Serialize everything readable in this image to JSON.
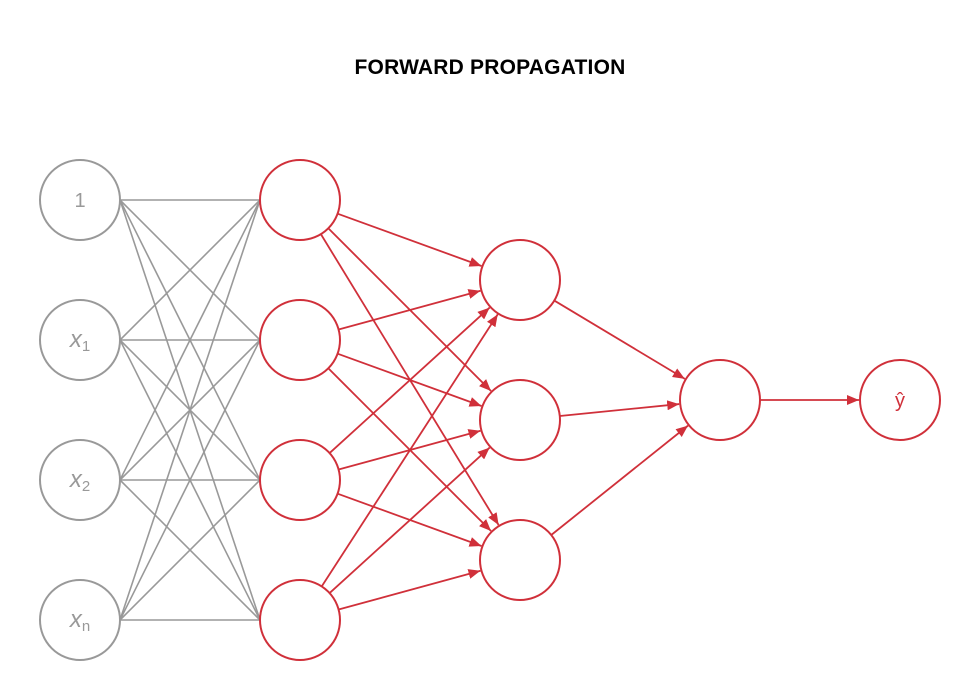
{
  "title": "FORWARD PROPAGATION",
  "colors": {
    "input": "#999999",
    "active": "#d0303a",
    "title": "#000000"
  },
  "layers": [
    {
      "id": "input",
      "nodes": [
        {
          "base": "1",
          "sub": ""
        },
        {
          "base": "x",
          "sub": "1"
        },
        {
          "base": "x",
          "sub": "2"
        },
        {
          "base": "x",
          "sub": "n"
        }
      ]
    },
    {
      "id": "hidden1",
      "nodes": [
        {
          "base": "",
          "sub": ""
        },
        {
          "base": "",
          "sub": ""
        },
        {
          "base": "",
          "sub": ""
        },
        {
          "base": "",
          "sub": ""
        }
      ]
    },
    {
      "id": "hidden2",
      "nodes": [
        {
          "base": "",
          "sub": ""
        },
        {
          "base": "",
          "sub": ""
        },
        {
          "base": "",
          "sub": ""
        }
      ]
    },
    {
      "id": "hidden3",
      "nodes": [
        {
          "base": "",
          "sub": ""
        }
      ]
    },
    {
      "id": "output",
      "nodes": [
        {
          "base": "ŷ",
          "sub": ""
        }
      ]
    }
  ]
}
